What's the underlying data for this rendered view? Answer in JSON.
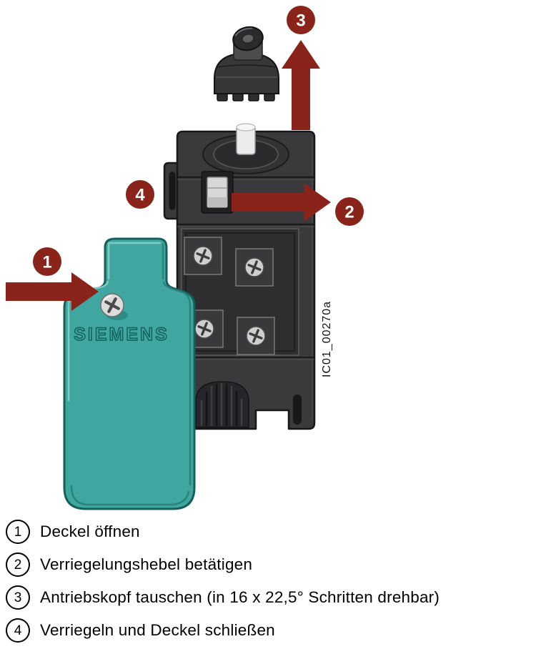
{
  "colors": {
    "accent_red": "#8A241B",
    "cover_teal": "#3FA7A0",
    "body_gray": "#3A3A3C"
  },
  "brand_label": "SIEMENS",
  "figure_id": "IC01_00270a",
  "callouts": {
    "c1": "1",
    "c2": "2",
    "c3": "3",
    "c4": "4"
  },
  "legend": [
    {
      "num": "1",
      "text": "Deckel öffnen"
    },
    {
      "num": "2",
      "text": "Verriegelungshebel betätigen"
    },
    {
      "num": "3",
      "text": "Antriebskopf tauschen (in 16 x 22,5° Schritten drehbar)"
    },
    {
      "num": "4",
      "text": "Verriegeln und Deckel schließen"
    }
  ]
}
